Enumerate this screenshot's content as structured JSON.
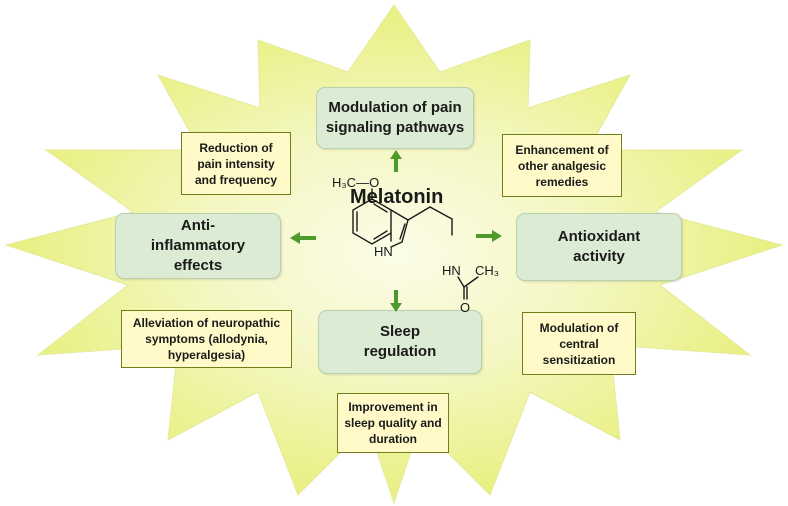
{
  "center": {
    "title": "Melatonin",
    "molecule": {
      "methoxy_label": "H₃C—O",
      "nh_ring_label": "HN",
      "amide_label": "HN",
      "methyl_label": "CH₃",
      "oxygen_label": "O"
    }
  },
  "effects": {
    "pain_signaling": "Modulation of pain signaling pathways",
    "anti_inflammatory": "Anti-inflammatory effects",
    "antioxidant": "Antioxidant activity",
    "sleep": "Sleep regulation"
  },
  "outcomes": {
    "pain_intensity": "Reduction of pain intensity and frequency",
    "analgesic": "Enhancement of other analgesic remedies",
    "neuropathic": "Alleviation of neuropathic symptoms (allodynia, hyperalgesia)",
    "central_sensitization": "Modulation of central sensitization",
    "sleep_quality": "Improvement in sleep quality and duration"
  },
  "colors": {
    "burst_center": "#f7f9d6",
    "burst_edge": "#e9f07a",
    "arrow": "#4c9a2a",
    "effect_box": "#dcebd3",
    "outcome_box": "#fffac8"
  }
}
